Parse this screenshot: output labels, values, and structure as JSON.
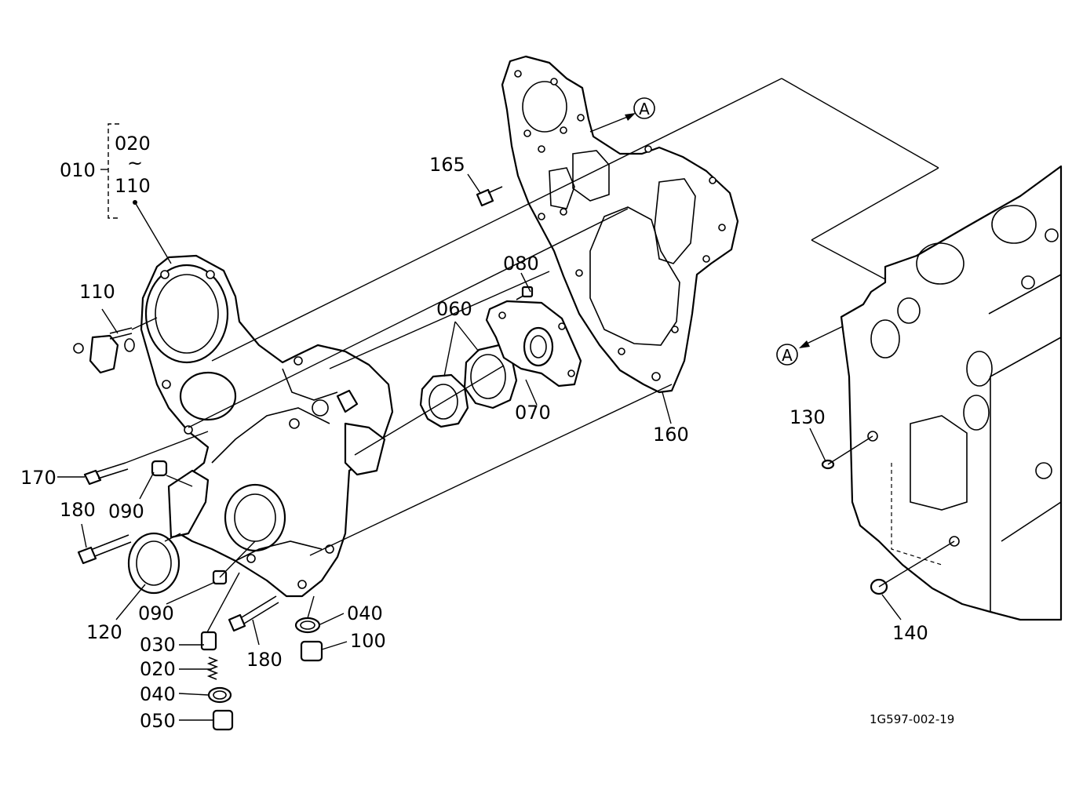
{
  "figure_id": "1G597-002-19",
  "callouts": {
    "assembly_ref": "010",
    "assembly_from": "020",
    "assembly_tilde": "~",
    "assembly_to": "110",
    "part_110": "110",
    "part_170": "170",
    "part_090_top": "090",
    "part_180_left": "180",
    "part_120": "120",
    "part_090_bottom": "090",
    "part_030": "030",
    "part_020": "020",
    "part_040_left": "040",
    "part_050": "050",
    "part_180_bottom": "180",
    "part_040_right": "040",
    "part_100": "100",
    "part_060": "060",
    "part_080": "080",
    "part_070": "070",
    "part_165": "165",
    "part_160": "160",
    "part_130": "130",
    "part_140": "140"
  },
  "view_refs": {
    "ref_upper": "A",
    "ref_lower": "A"
  }
}
